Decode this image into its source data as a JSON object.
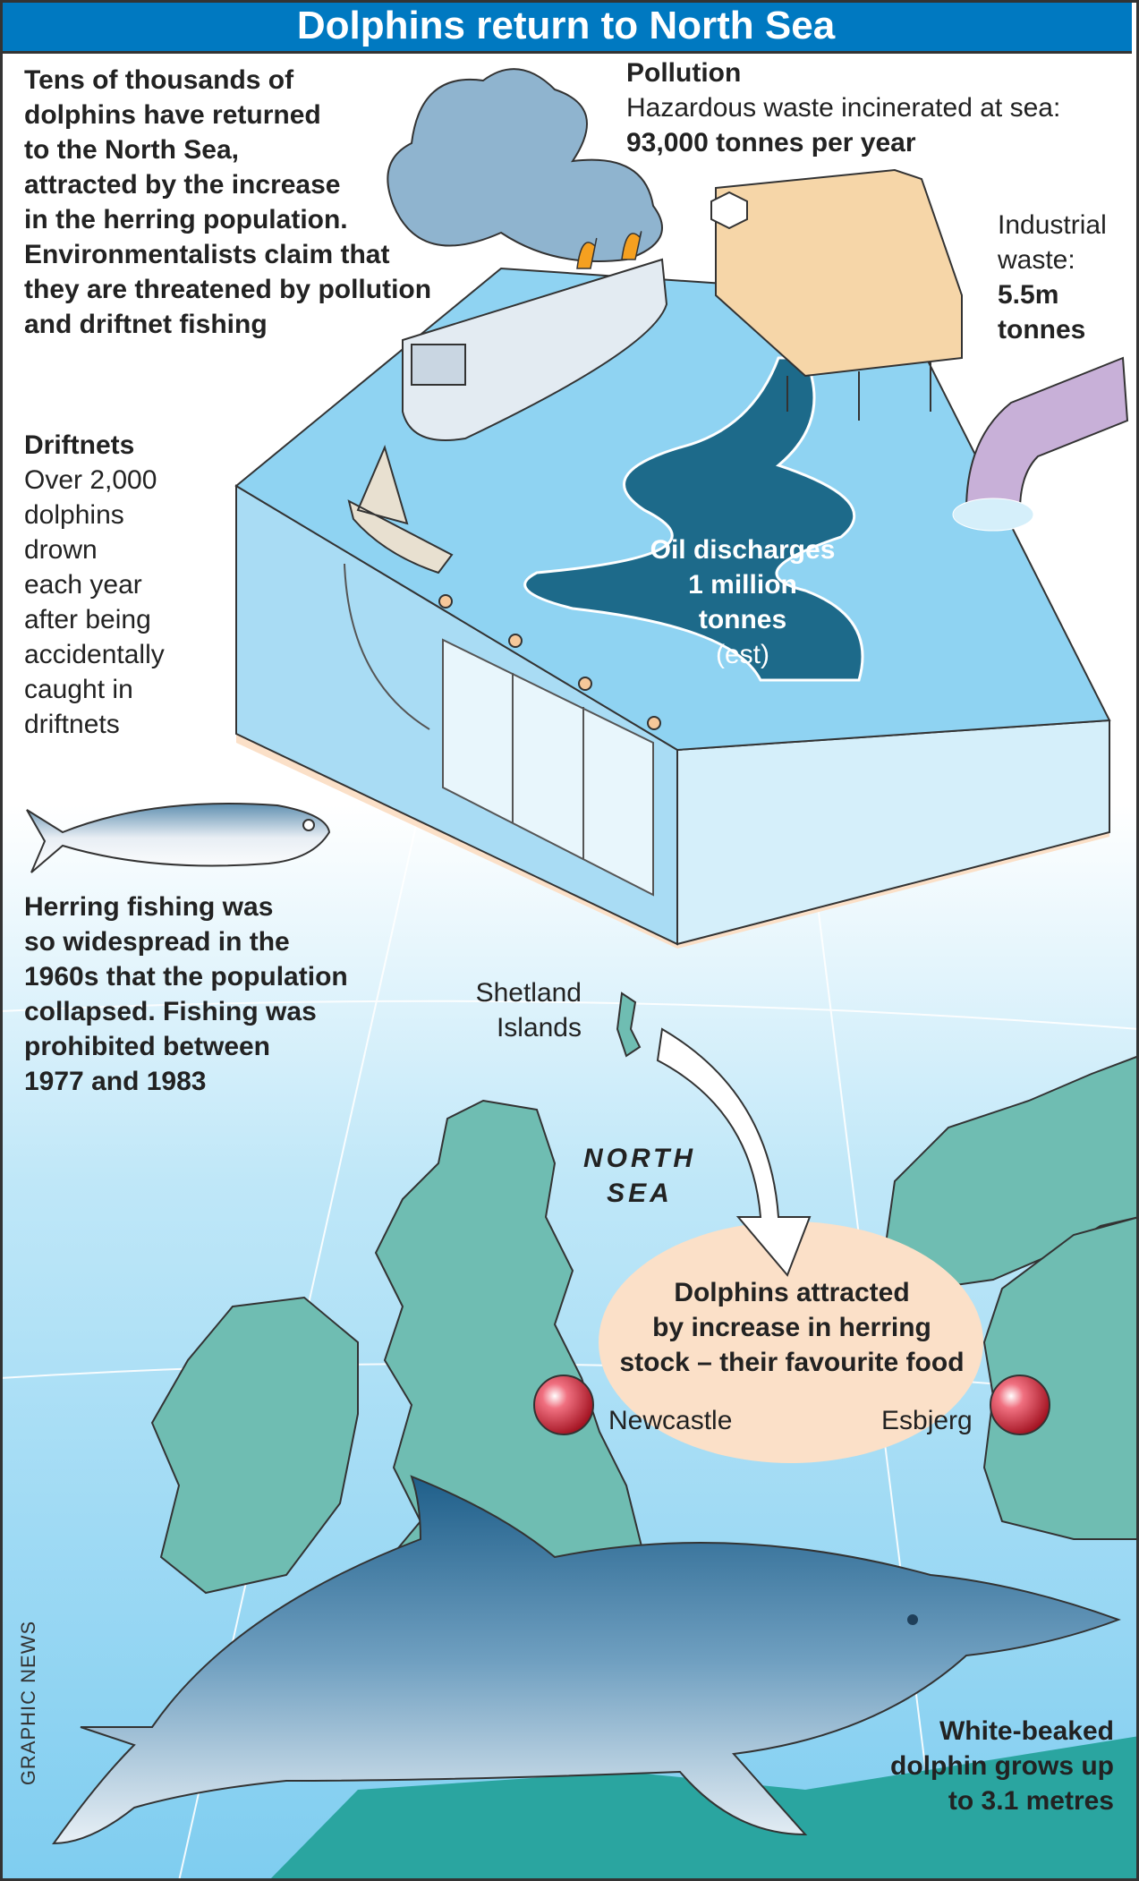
{
  "title": "Dolphins return to North Sea",
  "intro": [
    "Tens of thousands of",
    "dolphins have returned",
    "to the North Sea,",
    "attracted by the increase",
    "in the herring population.",
    "Environmentalists claim that",
    "they are threatened by pollution",
    "and driftnet fishing"
  ],
  "pollution": {
    "heading": "Pollution",
    "text": "Hazardous waste incinerated at sea:",
    "value": "93,000 tonnes per year"
  },
  "industrial": {
    "lines": [
      "Industrial",
      "waste:"
    ],
    "value": [
      "5.5m",
      "tonnes"
    ]
  },
  "driftnets": {
    "heading": "Driftnets",
    "lines": [
      "Over 2,000",
      "dolphins",
      "drown",
      "each year",
      "after being",
      "accidentally",
      "caught in",
      "driftnets"
    ]
  },
  "oil": {
    "lines": [
      "Oil discharges",
      "1 million",
      "tonnes"
    ],
    "note": "(est)"
  },
  "herring": [
    "Herring fishing was",
    "so widespread in the",
    "1960s that the population",
    "collapsed. Fishing was",
    "prohibited between",
    "1977 and 1983"
  ],
  "map": {
    "shetland": [
      "Shetland",
      "Islands"
    ],
    "sea": [
      "NORTH",
      "SEA"
    ],
    "attracted": [
      "Dolphins attracted",
      "by increase in herring",
      "stock – their favourite food"
    ],
    "newcastle": "Newcastle",
    "esbjerg": "Esbjerg"
  },
  "dolphin_caption": [
    "White-beaked",
    "dolphin grows up",
    "to 3.1 metres"
  ],
  "credit": "GRAPHIC NEWS",
  "colors": {
    "title_bar": "#0079c1",
    "sea": "#8fd3f2",
    "land": "#6fbdb2",
    "peach": "#fbe0c8",
    "oil": "#1d6a8a",
    "marker": "#d8283a"
  }
}
